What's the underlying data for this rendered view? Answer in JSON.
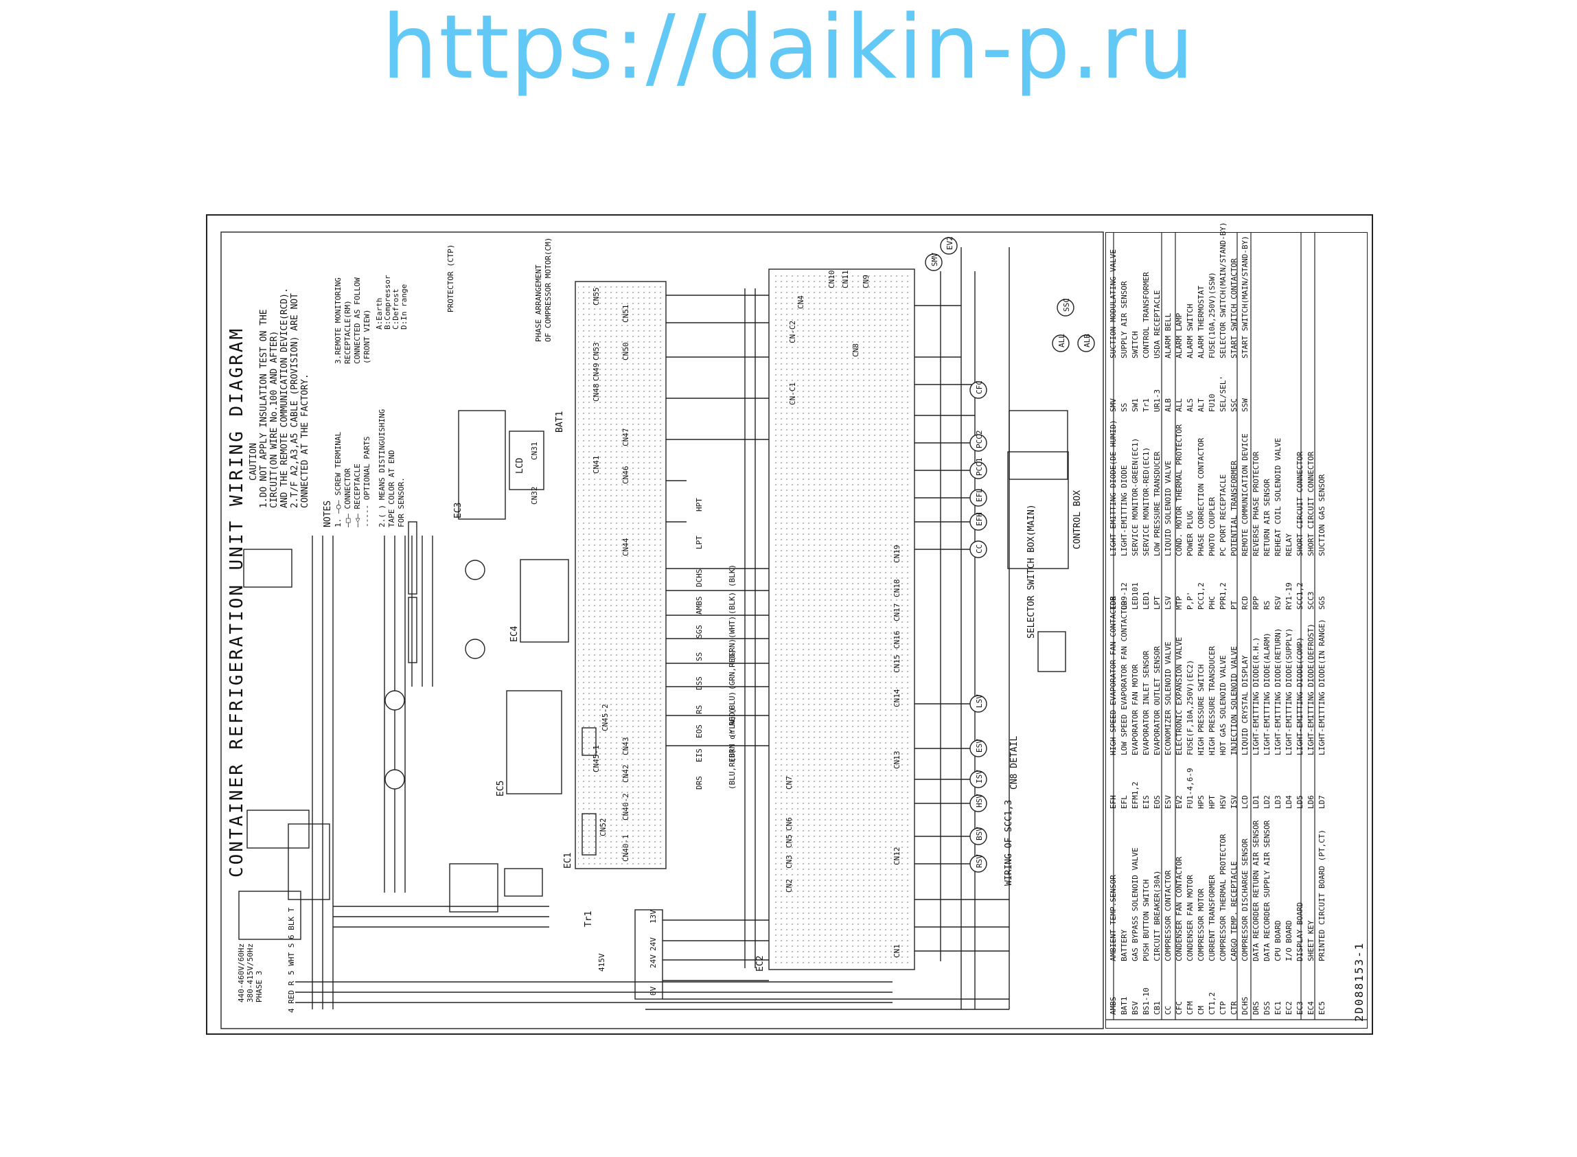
{
  "header": {
    "url": "https://daikin-p.ru"
  },
  "diagram": {
    "title": "CONTAINER REFRIGERATION UNIT WIRING DIAGRAM",
    "caution": {
      "heading": "CAUTION",
      "lines": [
        "1.DO NOT APPLY INSULATION TEST ON THE",
        "CIRCUIT(ON WIRE No.100 AND AFTER)",
        "AND THE REMOTE COMMUNICATION DEVICE(RCD).",
        "2.T/F A2,A3,A5 CABLE (PROVISION) ARE NOT",
        "CONNECTED AT THE FACTORY."
      ]
    },
    "notes": {
      "heading": "NOTES",
      "lines": [
        "1. —○— SCREW TERMINAL",
        "   —□— CONNECTOR",
        "   —◁— RECEPTACLE",
        "   ----- OPTIONAL PARTS",
        "2.( ) MEANS DISTINGUISHING",
        "  TAPE COLOR AT END",
        "  FOR SENSOR.",
        "3.REMOTE MONITORING",
        "  RECEPTACLE(RM)",
        "  CONNECTED AS FOLLOW",
        "  (FRONT VIEW)",
        "  A:Earth",
        "  B:Compressor",
        "  C:Defrost",
        "  D:In range"
      ]
    },
    "phase": {
      "heading": "PHASE ARRANGEMENT",
      "sub": "OF COMPRESSOR MOTOR(CM)",
      "protector": "PROTECTOR (CTP)"
    },
    "power": {
      "lines": [
        "440-460V/60Hz",
        "380-415V/50Hz",
        "PHASE 3"
      ],
      "wires": [
        "4 RED R",
        "5 WHT S",
        "6 BLK T"
      ]
    },
    "boards": {
      "ec1": "EC1",
      "ec2": "EC2",
      "ec3": "EC3",
      "ec4": "EC4",
      "ec5": "EC5",
      "lcd": "LCD",
      "bat1": "BAT1",
      "tr1": "Tr1",
      "control_box": "CONTROL BOX",
      "selector": "SELECTOR SWITCH BOX(MAIN)",
      "cn8_detail": "CN8 DETAIL",
      "wiring_scc": "WIRING OF SCC1,3",
      "connectors_ec1": [
        "CN55",
        "CN51",
        "CN50",
        "CN53",
        "CN49",
        "CN48",
        "CN47",
        "CN41",
        "CN46",
        "CN44",
        "CN43",
        "CN42",
        "CN45-1",
        "CN45-2",
        "CN40-1",
        "CN40-2",
        "CN52",
        "CN31",
        "CN32"
      ],
      "connectors_ec2": [
        "CN4",
        "CN11",
        "CN10",
        "CN9",
        "CN-C2",
        "CN-C1",
        "CN8",
        "CN19",
        "CN18",
        "CN17",
        "CN16",
        "CN15",
        "CN14",
        "CN13",
        "CN12",
        "CN7",
        "CN6",
        "CN5",
        "CN3",
        "CN2",
        "CN1"
      ],
      "sensors": [
        "DCHS",
        "AMBS",
        "SGS",
        "SS",
        "DSS",
        "RS",
        "EOS",
        "EIS",
        "DRS"
      ],
      "sensor_colors": [
        "(BLK)",
        "(BLK)",
        "(WHT)",
        "(GRN)",
        "(GRN,RED)",
        "(BLU)",
        "(YLW)",
        "(BRN or RED)",
        "(BLU,RED)"
      ],
      "transformer": [
        "415V",
        "13V",
        "24V",
        "24V",
        "0V"
      ],
      "pressure": [
        "HPT",
        "LPT"
      ],
      "devices_right": [
        "SMV",
        "EV2",
        "SSC",
        "ALL",
        "ALB",
        "CFC",
        "PCC2",
        "PCC1",
        "EFL",
        "EFH",
        "CC",
        "LSV",
        "ESV",
        "ISV",
        "HSV",
        "BSV",
        "RSV"
      ]
    },
    "legend": {
      "columns": [
        [
          [
            "AMBS",
            "AMBIENT TEMP.SENSOR"
          ],
          [
            "BAT1",
            "BATTERY"
          ],
          [
            "BSV",
            "GAS BYPASS SOLENOID VALVE"
          ],
          [
            "BS1-10",
            "PUSH BUTTON SWITCH"
          ],
          [
            "CB1",
            "CIRCUIT BREAKER(30A)"
          ],
          [
            "CC",
            "COMPRESSOR CONTACTOR"
          ],
          [
            "CFC",
            "CONDENSER FAN CONTACTOR"
          ],
          [
            "CFM",
            "CONDENSER FAN MOTOR"
          ],
          [
            "CM",
            "COMPRESSOR MOTOR"
          ],
          [
            "CT1,2",
            "CURRENT TRANSFORMER"
          ],
          [
            "CTP",
            "COMPRESSOR THERMAL PROTECTOR"
          ],
          [
            "CTR",
            "CARGO TEMP. RECEPTACLE"
          ],
          [
            "DCHS",
            "COMPRESSOR DISCHARGE SENSOR"
          ],
          [
            "DRS",
            "DATA RECORDER RETURN AIR SENSOR"
          ],
          [
            "DSS",
            "DATA RECORDER SUPPLY AIR SENSOR"
          ],
          [
            "EC1",
            "CPU BOARD"
          ],
          [
            "EC2",
            "I/O BOARD"
          ],
          [
            "EC3",
            "DISPLAY BOARD"
          ],
          [
            "EC4",
            "SHEET KEY"
          ],
          [
            "EC5",
            "PRINTED CIRCUIT BOARD (PT,CT)"
          ]
        ],
        [
          [
            "EFH",
            "HIGH SPEED EVAPORATOR FAN CONTACTOR"
          ],
          [
            "EFL",
            "LOW SPEED EVAPORATOR FAN CONTACTOR"
          ],
          [
            "EFM1,2",
            "EVAPORATOR FAN MOTOR"
          ],
          [
            "EIS",
            "EVAPORATOR INLET SENSOR"
          ],
          [
            "EOS",
            "EVAPORATOR OUTLET SENSOR"
          ],
          [
            "ESV",
            "ECONOMIZER SOLENOID VALVE"
          ],
          [
            "EV2",
            "ELECTRONIC EXPANSION VALVE"
          ],
          [
            "FU1-4,6-9",
            "FUSE(F,10A,250V)(EC2)"
          ],
          [
            "HPS",
            "HIGH PRESSURE SWITCH"
          ],
          [
            "HPT",
            "HIGH PRESSURE TRANSDUCER"
          ],
          [
            "HSV",
            "HOT GAS SOLENOID VALVE"
          ],
          [
            "ISV",
            "INJECTION SOLENOID VALVE"
          ],
          [
            "LCD",
            "LIQUID CRYSTAL DISPLAY"
          ],
          [
            "LD1",
            "LIGHT-EMITTING DIODE(R.H.)"
          ],
          [
            "LD2",
            "LIGHT-EMITTING DIODE(ALARM)"
          ],
          [
            "LD3",
            "LIGHT-EMITTING DIODE(RETURN)"
          ],
          [
            "LD4",
            "LIGHT-EMITTING DIODE(SUPPLY)"
          ],
          [
            "LD5",
            "LIGHT-EMITTING DIODE(COMP)"
          ],
          [
            "LD6",
            "LIGHT-EMITTING DIODE(DEFROST)"
          ],
          [
            "LD7",
            "LIGHT-EMITTING DIODE(IN RANGE)"
          ]
        ],
        [
          [
            "LD8",
            "LIGHT-EMITTING DIODE(DE-HUMID)"
          ],
          [
            "LD9-12",
            "LIGHT-EMITTING DIODE"
          ],
          [
            "LED101",
            "SERVICE MONITOR-GREEN(EC1)"
          ],
          [
            "LED1",
            "SERVICE MONITOR-RED(EC1)"
          ],
          [
            "LPT",
            "LOW PRESSURE TRANSDUCER"
          ],
          [
            "LSV",
            "LIQUID SOLENOID VALVE"
          ],
          [
            "MTP",
            "COND. MOTOR THERMAL PROTECTOR"
          ],
          [
            "P,P'",
            "POWER PLUG"
          ],
          [
            "PCC1,2",
            "PHASE CORRECTION CONTACTOR"
          ],
          [
            "PHC",
            "PHOTO COUPLER"
          ],
          [
            "PPR1,2",
            "PC PORT RECEPTACLE"
          ],
          [
            "PT",
            "POTENTIAL TRANSFORMER"
          ],
          [
            "RCD",
            "REMOTE COMMUNICATION DEVICE"
          ],
          [
            "RPP",
            "REVERSE PHASE PROTECTOR"
          ],
          [
            "RS",
            "RETURN AIR SENSOR"
          ],
          [
            "RSV",
            "REHEAT COIL SOLENOID VALVE"
          ],
          [
            "RY1-19",
            "RELAY"
          ],
          [
            "SCC1,2",
            "SHORT CIRCUIT CONNECTOR"
          ],
          [
            "SCC3",
            "SHORT CIRCUIT CONNECTOR"
          ],
          [
            "SGS",
            "SUCTION GAS SENSOR"
          ]
        ],
        [
          [
            "SMV",
            "SUCTION MODULATING VALVE"
          ],
          [
            "SS",
            "SUPPLY AIR SENSOR"
          ],
          [
            "SW1",
            "SWITCH"
          ],
          [
            "Tr1",
            "CONTROL TRANSFORMER"
          ],
          [
            "UR1-3",
            "USDA RECEPTACLE"
          ],
          [
            "ALB",
            "ALARM BELL"
          ],
          [
            "ALL",
            "ALARM LAMP"
          ],
          [
            "ALS",
            "ALARM SWITCH"
          ],
          [
            "ALT",
            "ALARM THERMOSTAT"
          ],
          [
            "FU10",
            "FUSE(10A,250V)(SSW)"
          ],
          [
            "SEL/SEL'",
            "SELECTOR SWITCH(MAIN/STAND-BY)"
          ],
          [
            "SSC",
            "START SWITCH CONTACTOR"
          ],
          [
            "SSW",
            "START SWITCH(MAIN/STAND-BY)"
          ]
        ]
      ],
      "doc_no": "2D088153-1"
    }
  }
}
